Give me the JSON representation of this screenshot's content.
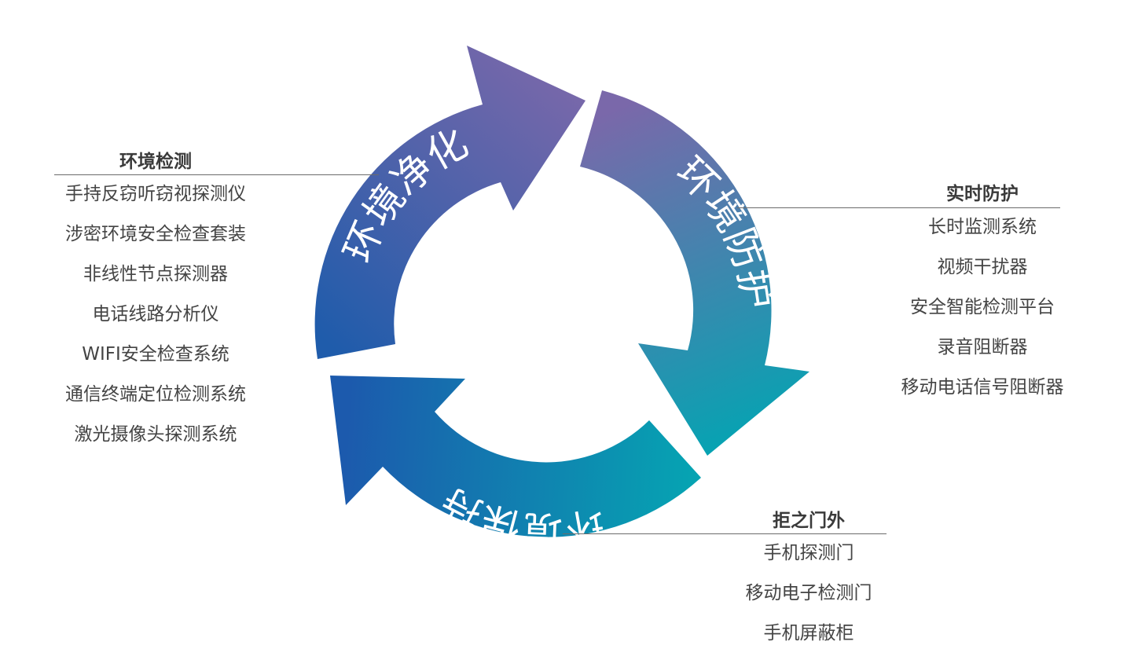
{
  "colors": {
    "purple": "#7a68aa",
    "violet": "#6a5fae",
    "royal_blue": "#1f5cab",
    "teal": "#06a3b2",
    "rule": "#6b6b6b",
    "text": "#444444"
  },
  "cycle": {
    "segments": [
      {
        "label": "环境净化",
        "gradient": [
          "#1f5cab",
          "#7a68aa"
        ]
      },
      {
        "label": "环境防护",
        "gradient": [
          "#7a68aa",
          "#06a3b2"
        ]
      },
      {
        "label": "环境保持",
        "gradient": [
          "#06a3b2",
          "#1c5aad"
        ]
      }
    ]
  },
  "panels": {
    "left": {
      "title": "环境检测",
      "items": [
        "手持反窃听窃视探测仪",
        "涉密环境安全检查套装",
        "非线性节点探测器",
        "电话线路分析仪",
        "WIFI安全检查系统",
        "通信终端定位检测系统",
        "激光摄像头探测系统"
      ]
    },
    "right": {
      "title": "实时防护",
      "items": [
        "长时监测系统",
        "视频干扰器",
        "安全智能检测平台",
        "录音阻断器",
        "移动电话信号阻断器"
      ]
    },
    "bottom": {
      "title": "拒之门外",
      "items": [
        "手机探测门",
        "移动电子检测门",
        "手机屏蔽柜"
      ]
    }
  }
}
